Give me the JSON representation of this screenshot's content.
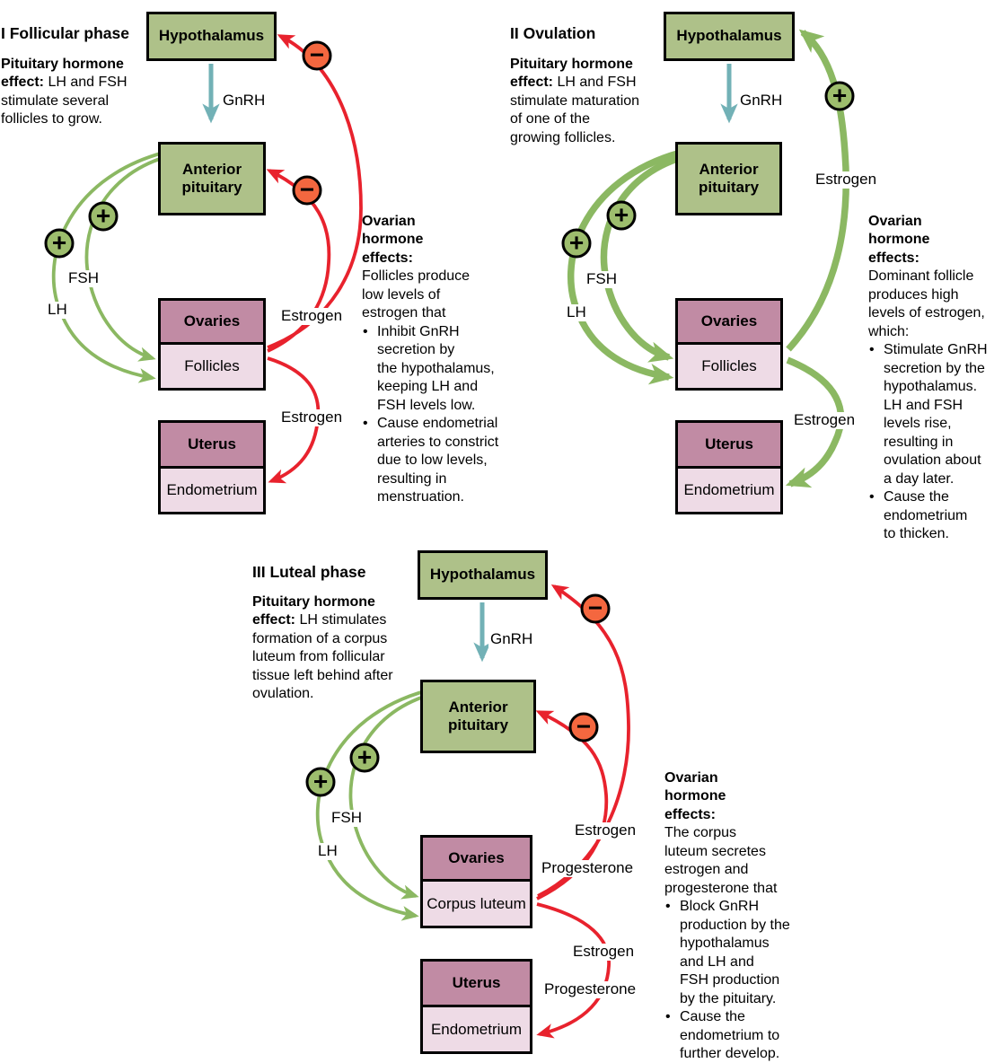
{
  "signs": {
    "plus": "+",
    "minus": "−"
  },
  "bullet_char": "•",
  "colors": {
    "box_green": "#aec189",
    "box_mauve": "#c18ba4",
    "box_pink": "#eedbe6",
    "arrow_green": "#8bb862",
    "arrow_red": "#e8222d",
    "arrow_teal": "#72b1b6",
    "plus_fill": "#9dbd6d",
    "minus_fill": "#f4673f"
  },
  "p1": {
    "title": "I Follicular phase",
    "effect_bold": "Pituitary hormone\neffect:",
    "effect_rest": " LH and FSH\nstimulate several\nfollicles to grow.",
    "hypothalamus": "Hypothalamus",
    "gnrh": "GnRH",
    "anterior_pituitary": "Anterior pituitary",
    "lh": "LH",
    "fsh": "FSH",
    "ovaries": "Ovaries",
    "follicles": "Follicles",
    "uterus": "Uterus",
    "endometrium": "Endometrium",
    "estrogen_mid": "Estrogen",
    "estrogen_low": "Estrogen",
    "ovarian_heading": "Ovarian\nhormone\neffects:",
    "ovarian_intro": "Follicles produce\nlow levels of\nestrogen that",
    "bullets": [
      "Inhibit GnRH\nsecretion by\nthe hypothalamus,\nkeeping LH and\nFSH levels low.",
      "Cause endometrial\narteries to constrict\ndue to low levels,\nresulting in\nmenstruation."
    ]
  },
  "p2": {
    "title": "II Ovulation",
    "effect_bold": "Pituitary hormone\neffect:",
    "effect_rest": " LH and FSH\nstimulate maturation\nof one of the\ngrowing follicles.",
    "hypothalamus": "Hypothalamus",
    "gnrh": "GnRH",
    "anterior_pituitary": "Anterior pituitary",
    "lh": "LH",
    "fsh": "FSH",
    "ovaries": "Ovaries",
    "follicles": "Follicles",
    "uterus": "Uterus",
    "endometrium": "Endometrium",
    "estrogen_up": "Estrogen",
    "estrogen_low": "Estrogen",
    "ovarian_heading": "Ovarian\nhormone\neffects:",
    "ovarian_intro": "Dominant follicle\nproduces high\nlevels of estrogen,\nwhich:",
    "bullets": [
      "Stimulate GnRH\nsecretion by the\nhypothalamus.\nLH and FSH\nlevels rise,\nresulting in\novulation about\na day later.",
      "Cause the\nendometrium\nto thicken."
    ]
  },
  "p3": {
    "title": "III Luteal phase",
    "effect_bold": "Pituitary hormone\neffect:",
    "effect_rest": " LH stimulates\nformation of a corpus\nluteum from follicular\ntissue left behind after\novulation.",
    "hypothalamus": "Hypothalamus",
    "gnrh": "GnRH",
    "anterior_pituitary": "Anterior pituitary",
    "lh": "LH",
    "fsh": "FSH",
    "ovaries": "Ovaries",
    "corpus_luteum": "Corpus luteum",
    "uterus": "Uterus",
    "endometrium": "Endometrium",
    "estrogen_mid": "Estrogen",
    "progesterone_mid": "Progesterone",
    "estrogen_low": "Estrogen",
    "progesterone_low": "Progesterone",
    "ovarian_heading": "Ovarian\nhormone\neffects:",
    "ovarian_intro": "The corpus\nluteum secretes\nestrogen and\nprogesterone that",
    "bullets": [
      "Block GnRH\nproduction by the\nhypothalamus\nand LH and\nFSH production\nby the pituitary.",
      "Cause the\nendometrium to\nfurther develop."
    ]
  }
}
